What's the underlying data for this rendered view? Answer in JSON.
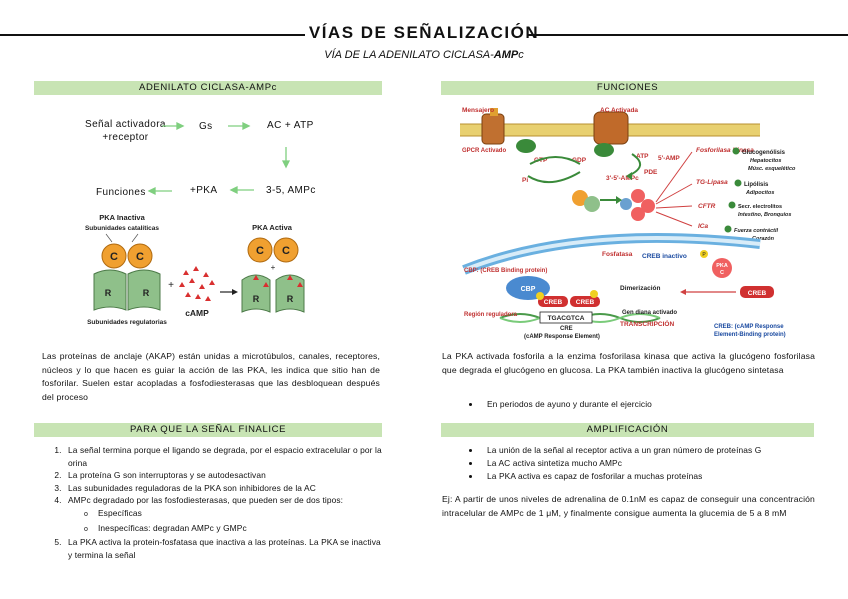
{
  "header": {
    "title": "VÍAS DE SEÑALIZACIÓN",
    "subtitle_prefix": "VÍA DE LA ADENILATO CICLASA-",
    "subtitle_bold": "AMP",
    "subtitle_suffix": "c"
  },
  "left_top": {
    "heading": "ADENILATO CICLASA-AMPc",
    "flow": {
      "signal_line1": "Señal activadora",
      "signal_line2": "+receptor",
      "gs": "Gs",
      "ac": "AC + ATP",
      "camp": "3-5, AMPc",
      "pka": "+PKA",
      "funciones": "Funciones"
    },
    "diagram": {
      "inactive_title": "PKA Inactiva",
      "catalytic": "Subunidades catalíticas",
      "regulatory": "Subunidades regulatorias",
      "active_title": "PKA Activa",
      "camp": "cAMP",
      "c": "C",
      "r": "R",
      "plus": "+"
    },
    "paragraph": "Las proteínas de anclaje (AKAP) están unidas a microtúbulos, canales, receptores, núcleos y lo que hacen es guiar la acción de las PKA, les indica que sitio han de fosforilar. Suelen estar acopladas a fosfodiesterasas que las desbloquean después del proceso"
  },
  "right_top": {
    "heading": "FUNCIONES",
    "diagram": {
      "mensajero": "Mensajero",
      "ac_activada": "AC Activada",
      "gpcr": "GPCR Activado",
      "gtp": "GTP",
      "gdp": "GDP",
      "pi": "Pi",
      "atp": "ATP",
      "amp5": "5'-AMP",
      "pde": "PDE",
      "camp35": "3'-5'-AMPc",
      "fosforilasa": "Fosforilasa Kinasa",
      "glucogenolisis": "Glucogenólisis",
      "hepatocitos": "Hepatocitos",
      "musc": "Músc. esquelético",
      "tg": "TG-Lipasa",
      "lipolisis": "Lipólisis",
      "adipocitos": "Adipocitos",
      "cftr": "CFTR",
      "secr": "Secr. electrolitos",
      "intestino": "Intestino, Bronquios",
      "ica": "ICa",
      "fuerza": "Fuerza contráctil",
      "corazon": "Corazón",
      "fosfatasa": "Fosfatasa",
      "creb_inactivo": "CREB inactivo",
      "cbp_label": "CBP: (CREB Binding protein)",
      "cbp": "CBP",
      "creb": "CREB",
      "dimerizacion": "Dimerización",
      "pka": "PKA",
      "pka_c": "C",
      "p": "P",
      "region": "Región reguladora",
      "tgacgtca": "TGACGTCA",
      "gen_diana": "Gen diana activado",
      "transcripcion": "TRANSCRIPCIÓN",
      "cre": "CRE",
      "cre_full": "(cAMP Response Element)",
      "creb_def": "CREB: (cAMP Response",
      "creb_def2": "Element-Binding protein)"
    },
    "paragraph": "La PKA activada fosforila a la enzima fosforilasa kinasa que activa la glucógeno fosforilasa que degrada el glucógeno en glucosa. La PKA también inactiva la glucógeno sintetasa",
    "bullet": "En periodos de ayuno y durante el ejercicio"
  },
  "left_bottom": {
    "heading": "PARA QUE LA SEÑAL FINALICE",
    "items": [
      "La señal termina porque el ligando se degrada, por el espacio extracelular o por la orina",
      "La proteína G son interruptoras y se autodesactivan",
      "Las subunidades reguladoras de la PKA son inhibidores de la AC",
      "AMPc degradado por las fosfodiesterasas, que pueden ser de dos tipos:",
      "La PKA activa la protein-fosfatasa que inactiva a las proteínas. La PKA se inactiva y termina la señal"
    ],
    "subitems": [
      "Específicas",
      "Inespecíficas: degradan AMPc y GMPc"
    ]
  },
  "right_bottom": {
    "heading": "AMPLIFICACIÓN",
    "bullets": [
      "La unión de la señal al receptor activa a un gran número de proteínas G",
      "La AC activa sintetiza mucho AMPc",
      "La PKA activa es capaz de fosforilar a muchas proteínas"
    ],
    "paragraph": "Ej: A partir de unos niveles de adrenalina de 0.1nM es capaz de conseguir una concentración intracelular de AMPc de 1 μM, y finalmente consigue aumenta la glucemia de 5 a 8 mM"
  },
  "colors": {
    "section_bg": "#c8e4b4",
    "arrow_green": "#7fcf7f",
    "pka_orange": "#f0a030",
    "pka_green": "#8fc08a",
    "camp_red": "#d93030"
  }
}
